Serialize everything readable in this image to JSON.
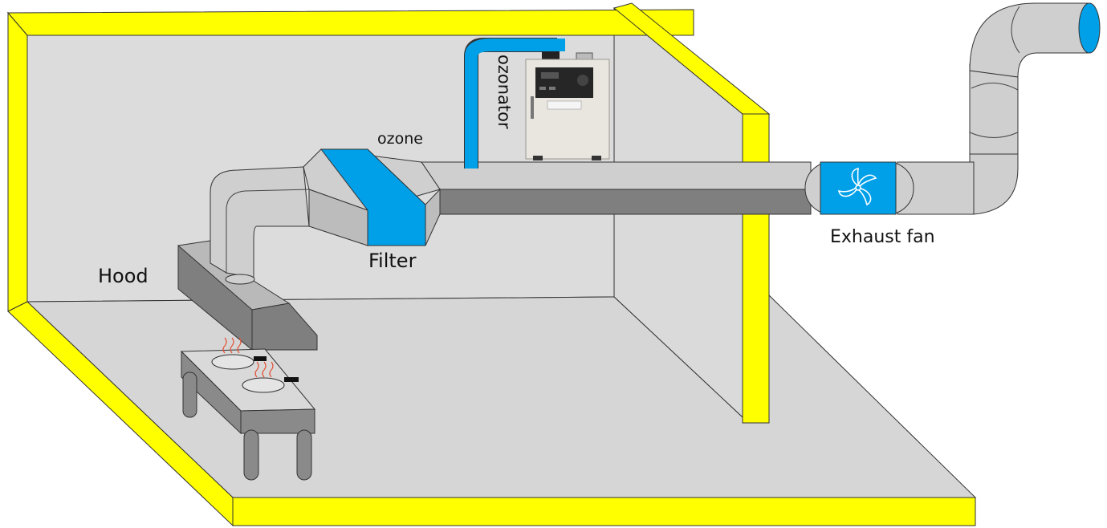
{
  "labels": {
    "hood": "Hood",
    "filter": "Filter",
    "ozone": "ozone",
    "ozonator": "ozonator",
    "exhaust_fan": "Exhaust fan"
  },
  "colors": {
    "wall_trim": "#ffff00",
    "wall_fill": "#d9d9d9",
    "floor_fill": "#d6d6d6",
    "duct_light": "#cfcfcf",
    "duct_dark": "#7f7f7f",
    "accent_blue": "#00a0e9",
    "ozonator_body": "#e9e6df",
    "ozonator_panel": "#262626",
    "steam": "#e2543a"
  },
  "icons": {
    "fan": "fan-icon",
    "steam": "steam-icon"
  }
}
